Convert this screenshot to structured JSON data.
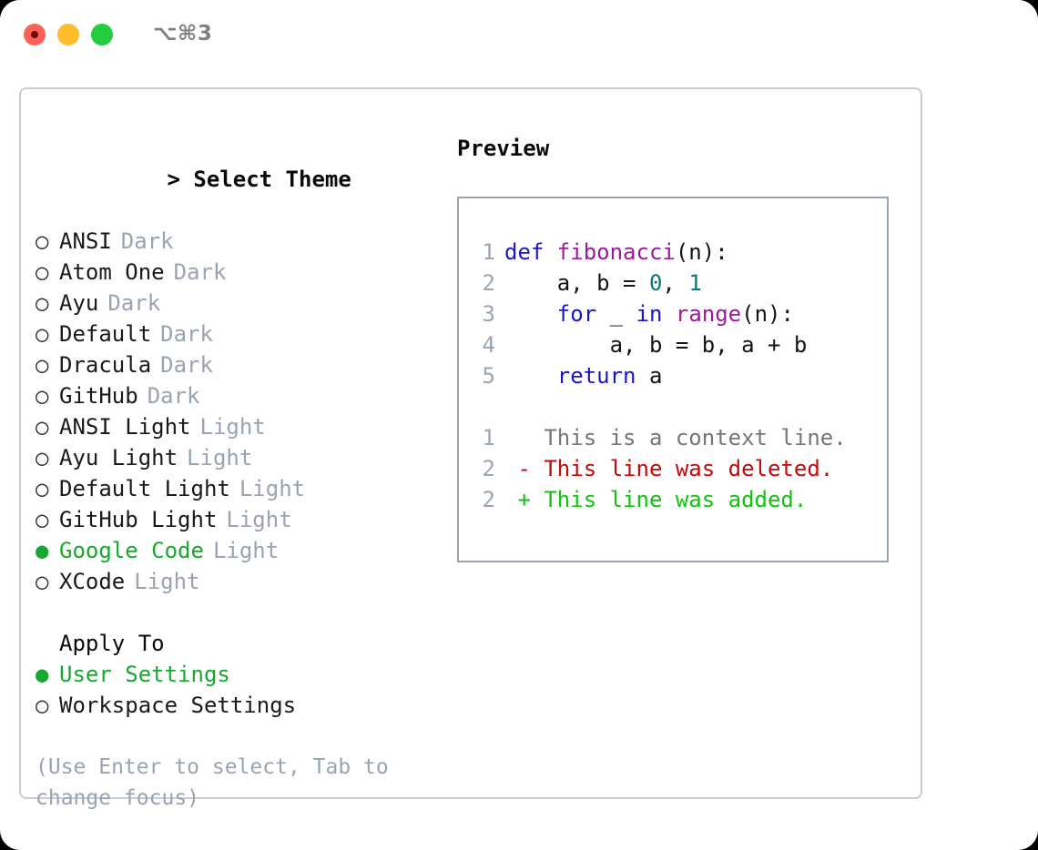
{
  "titlebar": {
    "shortcut": "⌥⌘3",
    "dots": [
      "close",
      "minimize",
      "maximize"
    ]
  },
  "theme_section": {
    "header_caret": ">",
    "header": "Select Theme",
    "items": [
      {
        "marker": "○",
        "label": "ANSI",
        "tag": "Dark",
        "selected": false
      },
      {
        "marker": "○",
        "label": "Atom One",
        "tag": "Dark",
        "selected": false
      },
      {
        "marker": "○",
        "label": "Ayu",
        "tag": "Dark",
        "selected": false
      },
      {
        "marker": "○",
        "label": "Default",
        "tag": "Dark",
        "selected": false
      },
      {
        "marker": "○",
        "label": "Dracula",
        "tag": "Dark",
        "selected": false
      },
      {
        "marker": "○",
        "label": "GitHub",
        "tag": "Dark",
        "selected": false
      },
      {
        "marker": "○",
        "label": "ANSI Light",
        "tag": "Light",
        "selected": false
      },
      {
        "marker": "○",
        "label": "Ayu Light",
        "tag": "Light",
        "selected": false
      },
      {
        "marker": "○",
        "label": "Default Light",
        "tag": "Light",
        "selected": false
      },
      {
        "marker": "○",
        "label": "GitHub Light",
        "tag": "Light",
        "selected": false
      },
      {
        "marker": "●",
        "label": "Google Code",
        "tag": "Light",
        "selected": true
      },
      {
        "marker": "○",
        "label": "XCode",
        "tag": "Light",
        "selected": false
      }
    ]
  },
  "apply_section": {
    "title": "Apply To",
    "items": [
      {
        "marker": "●",
        "label": "User Settings",
        "selected": true
      },
      {
        "marker": "○",
        "label": "Workspace Settings",
        "selected": false
      }
    ]
  },
  "hint": "(Use Enter to select, Tab to change focus)",
  "preview": {
    "title": "Preview",
    "code_lines": [
      {
        "num": "1",
        "tokens": [
          {
            "t": "def ",
            "c": "kw"
          },
          {
            "t": "fibonacci",
            "c": "fn"
          },
          {
            "t": "(n):",
            "c": "pln"
          }
        ]
      },
      {
        "num": "2",
        "tokens": [
          {
            "t": "    a, b = ",
            "c": "pln"
          },
          {
            "t": "0",
            "c": "num"
          },
          {
            "t": ", ",
            "c": "pln"
          },
          {
            "t": "1",
            "c": "num"
          }
        ]
      },
      {
        "num": "3",
        "tokens": [
          {
            "t": "    ",
            "c": "pln"
          },
          {
            "t": "for",
            "c": "kw"
          },
          {
            "t": " _ ",
            "c": "pln"
          },
          {
            "t": "in",
            "c": "kw"
          },
          {
            "t": " ",
            "c": "pln"
          },
          {
            "t": "range",
            "c": "fn"
          },
          {
            "t": "(n):",
            "c": "pln"
          }
        ]
      },
      {
        "num": "4",
        "tokens": [
          {
            "t": "        a, b = b, a + b",
            "c": "pln"
          }
        ]
      },
      {
        "num": "5",
        "tokens": [
          {
            "t": "    ",
            "c": "pln"
          },
          {
            "t": "return",
            "c": "kw"
          },
          {
            "t": " a",
            "c": "pln"
          }
        ]
      }
    ],
    "diff_lines": [
      {
        "num": "1",
        "tokens": [
          {
            "t": "   This is a context line.",
            "c": "ctx"
          }
        ]
      },
      {
        "num": "2",
        "tokens": [
          {
            "t": " - This line was deleted.",
            "c": "del"
          }
        ]
      },
      {
        "num": "2",
        "tokens": [
          {
            "t": " + This line was added.",
            "c": "add"
          }
        ]
      }
    ]
  },
  "colors": {
    "accent_green": "#17a92f",
    "muted": "#9aa3b0",
    "keyword": "#1c15c4",
    "function": "#9c1a9c",
    "number": "#08787a",
    "deleted": "#c10b0b",
    "added": "#11c211",
    "panel_border": "#c9ccd4",
    "preview_border": "#9aa5b1"
  }
}
